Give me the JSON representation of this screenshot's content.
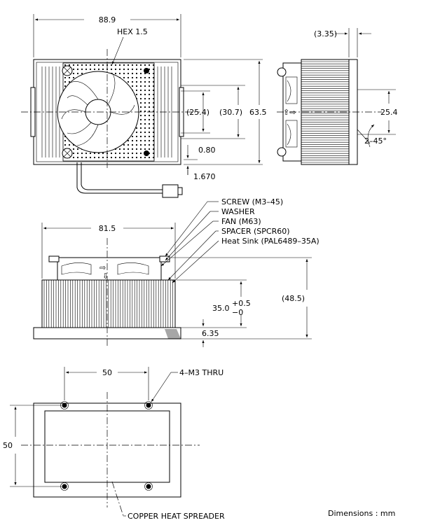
{
  "top_view": {
    "width": "88.9",
    "hex": "HEX 1.5",
    "dim_254": "(25.4)",
    "dim_307": "(30.7)",
    "height": "63.5",
    "dim_080": "0.80",
    "dim_1670": "1.670"
  },
  "side_view": {
    "offset": "(3.35)",
    "dim_254": "25.4",
    "angle": "2–45°"
  },
  "front_view": {
    "width": "81.5",
    "callouts": [
      "SCREW (M3–45)",
      "WASHER",
      "FAN (M63)",
      "SPACER (SPCR60)",
      "Heat Sink (PAL6489–35A)"
    ],
    "height_main": "35.0",
    "tol_plus": "+0.5",
    "tol_minus": "−0",
    "height_total": "(48.5)",
    "base": "6.35"
  },
  "bottom_view": {
    "width": "50",
    "height": "50",
    "holes": "4–M3 THRU",
    "spreader": "COPPER HEAT SPREADER"
  },
  "units": "Dimensions : mm"
}
